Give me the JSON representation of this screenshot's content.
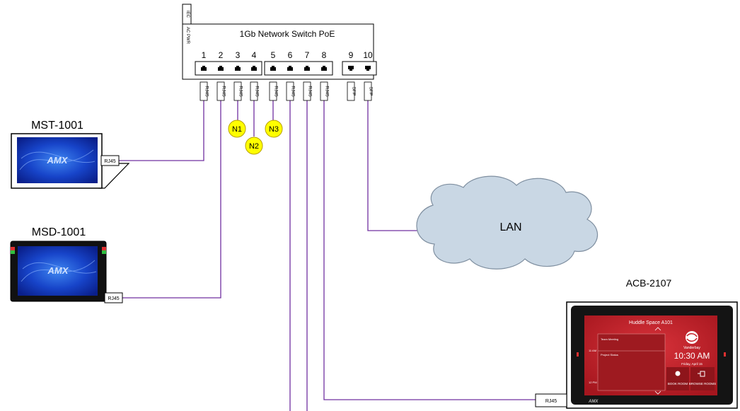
{
  "switch": {
    "title": "1Gb Network Switch PoE",
    "side_labels": [
      "IEC",
      "AC PWR"
    ],
    "ports": [
      {
        "num": "1",
        "type": "RJ45"
      },
      {
        "num": "2",
        "type": "RJ45"
      },
      {
        "num": "3",
        "type": "RJ45"
      },
      {
        "num": "4",
        "type": "RJ45"
      },
      {
        "num": "5",
        "type": "RJ45"
      },
      {
        "num": "6",
        "type": "RJ45"
      },
      {
        "num": "7",
        "type": "RJ45"
      },
      {
        "num": "8",
        "type": "RJ45"
      },
      {
        "num": "9",
        "type": "SFP"
      },
      {
        "num": "10",
        "type": "SFP"
      }
    ]
  },
  "nodes": [
    "N1",
    "N2",
    "N3"
  ],
  "devices": {
    "mst": {
      "name": "MST-1001",
      "port": "RJ45",
      "logo": "AMX"
    },
    "msd": {
      "name": "MSD-1001",
      "port": "RJ45",
      "logo": "AMX"
    },
    "acb": {
      "name": "ACB-2107",
      "port": "RJ45",
      "screen": {
        "room": "Huddle Space A101",
        "meetings": [
          "Team Meeting",
          "Project Status"
        ],
        "times": [
          "11 AM",
          "12 PM"
        ],
        "brand": "Vanderbay",
        "clock": "10:30 AM",
        "date": "Friday, April 15",
        "buttons": [
          "BOOK ROOM",
          "BROWSE ROOMS"
        ],
        "logo": "AMX"
      }
    }
  },
  "cloud": {
    "label": "LAN"
  },
  "colors": {
    "cable": "#7030a0",
    "node_fill": "#ffff00",
    "node_stroke": "#b8a000",
    "cloud_fill": "#c9d7e4",
    "cloud_stroke": "#7f8fa0",
    "screen_red": "#c8232b"
  }
}
